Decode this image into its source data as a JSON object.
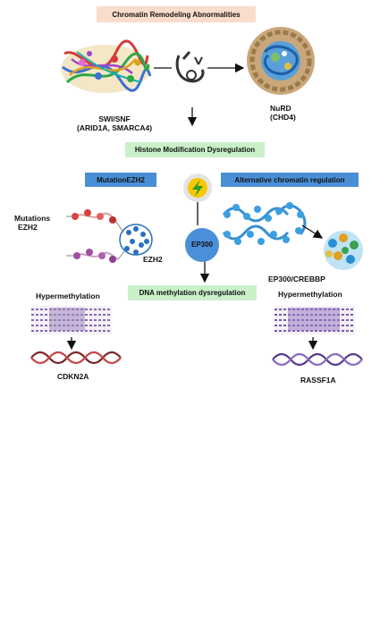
{
  "title": "Chromatin Remodeling  Abnormalities",
  "swisnf_line1": "SWI/SNF",
  "swisnf_line2": "(ARID1A, SMARCA4)",
  "nurd_line1": "NuRD",
  "nurd_line2": "(CHD4)",
  "histone_box": "Histone Modification Dysregulation",
  "mutation_ezh2_box": "MutationEZH2",
  "alt_chromatin_box": "Alternative chromatin regulation",
  "mutations_line1": "Mutations",
  "mutations_line2": "EZH2",
  "ezh2_label": "EZH2",
  "ep300_circle": "EP300",
  "ep300_crebbp": "EP300/CREBBP",
  "dna_methylation_box": "DNA methylation dysregulation",
  "hyper_left": "Hypermethylation",
  "hyper_right": "Hypermethylation",
  "cdkn2a": "CDKN2A",
  "rassf1a": "RASSF1A",
  "colors": {
    "title_bg": "#f9dccb",
    "green_box": "#c9f0c9",
    "blue_box": "#4a8fd6",
    "ep300": "#4a90d9"
  }
}
